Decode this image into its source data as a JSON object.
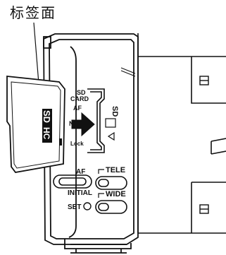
{
  "callout_label": "标签面",
  "card_marks": {
    "logo": "SD",
    "logo_sub": "HC"
  },
  "slot_labels": {
    "sd": "SD",
    "card": "CARD",
    "af": "AF",
    "n": "N",
    "lock": "Lock"
  },
  "controls": {
    "af": "AF",
    "tele": "TELE",
    "initial": "INITIAL",
    "set": "SET",
    "wide": "WIDE"
  },
  "side_marks": {
    "sd": "SD"
  }
}
